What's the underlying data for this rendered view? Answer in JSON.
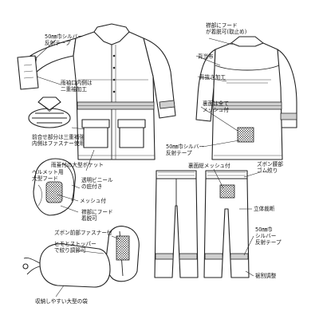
{
  "labels": {
    "sleeve_tape": [
      "50㎜巾シルバー",
      "反射テープ"
    ],
    "cuff": [
      "雨袖口内側は",
      "二重袖加工"
    ],
    "placket": [
      "前合せ部分は三重補強",
      "内側はファスナー使用"
    ],
    "front_pocket": "雨蓋付の大型ポケット",
    "hood_storage": [
      "襟部にフード",
      "が着脱可(取止め)"
    ],
    "yoke": "背当布",
    "back_vent": "背抜き加工",
    "lining": [
      "裏面は全て",
      "メッシュ付"
    ],
    "back_tape": [
      "50㎜巾シルバー",
      "反射テープ"
    ],
    "helmet_hood": [
      "ヘルメット用",
      "大型フード"
    ],
    "visor": [
      "透明ビニール",
      "の庇付き"
    ],
    "hood_mesh": "メッシュ付",
    "hood_removable": [
      "襟部にフード",
      "着脱可"
    ],
    "pants_mesh": "裏面総メッシュ付",
    "waist_rubber": [
      "ズボン腰部",
      "ゴム絞り"
    ],
    "cutting": "立体裁断",
    "pants_tape": [
      "50㎜巾",
      "シルバー",
      "反射テープ"
    ],
    "hem": "裾割調整",
    "fly": "ズボン前部ファスナー付",
    "stopper": [
      "ヒモとストッパー",
      "で絞り調節可"
    ],
    "bag": "収納しやすい大型の袋"
  }
}
